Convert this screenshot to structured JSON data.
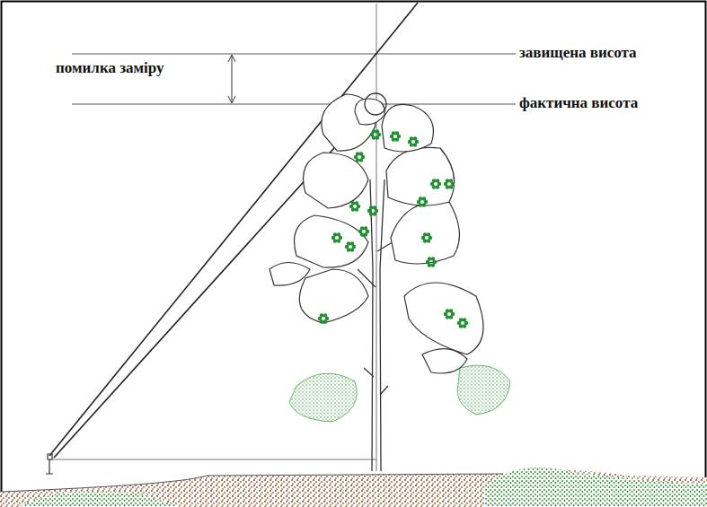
{
  "diagram": {
    "labels": [
      "помилка заміру",
      "завищена висота",
      "фактична висота"
    ]
  }
}
